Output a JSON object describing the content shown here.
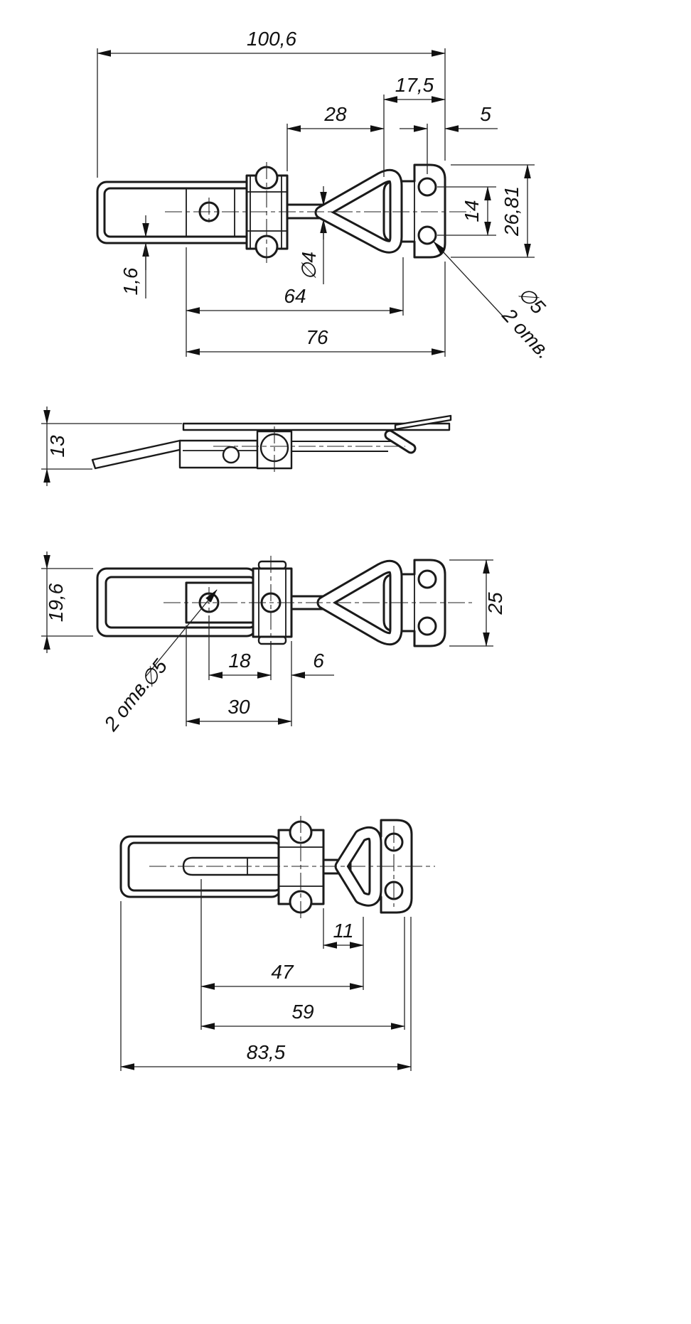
{
  "sheet": {
    "background": "#ffffff",
    "line_color": "#1a1a1a",
    "part": "toggle draw latch with catch plate",
    "hole_note_language": "ru"
  },
  "views": {
    "front": {
      "dims": {
        "overall": "100,6",
        "plate_width": "17,5",
        "lever_to_plate": "28",
        "hole_edge": "5",
        "plate_height": "26,81",
        "hole_spacing": "14",
        "thickness": "1,6",
        "wire_dia": "∅4",
        "len64": "64",
        "len76": "76",
        "hole_dia": "∅5",
        "hole_qty": "2 отв."
      }
    },
    "side": {
      "dims": {
        "height": "13"
      }
    },
    "top": {
      "dims": {
        "body_width": "19,6",
        "plate_width": "25",
        "hole_to_pivot": "18",
        "pivot_to_edge": "6",
        "len30": "30",
        "hole_dia": "∅5",
        "hole_qty": "2 отв."
      }
    },
    "bottom": {
      "dims": {
        "len11": "11",
        "len47": "47",
        "len59": "59",
        "overall": "83,5"
      }
    }
  }
}
